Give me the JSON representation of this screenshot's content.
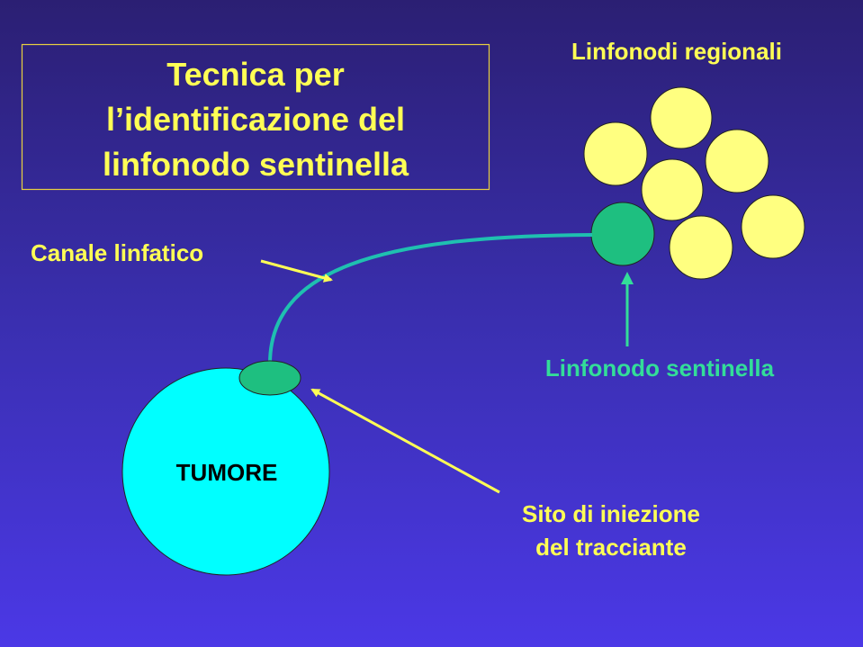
{
  "title": {
    "lines": [
      "Tecnica per",
      "l’identificazione del",
      "linfonodo sentinella"
    ]
  },
  "labels": {
    "regional_nodes": "Linfonodi regionali",
    "lymph_channel": "Canale linfatico",
    "sentinel_node": "Linfonodo sentinella",
    "tumor": "TUMORE",
    "injection_site": [
      "Sito di iniezione",
      "del tracciante"
    ]
  },
  "colors": {
    "background_top": "#2b1f73",
    "background_bottom": "#4b38e6",
    "text_yellow": "#ffff55",
    "node_yellow": "#ffff80",
    "sentinel_green": "#1ebf80",
    "tumor_cyan": "#00ffff",
    "channel_teal": "#1fc0b0"
  }
}
